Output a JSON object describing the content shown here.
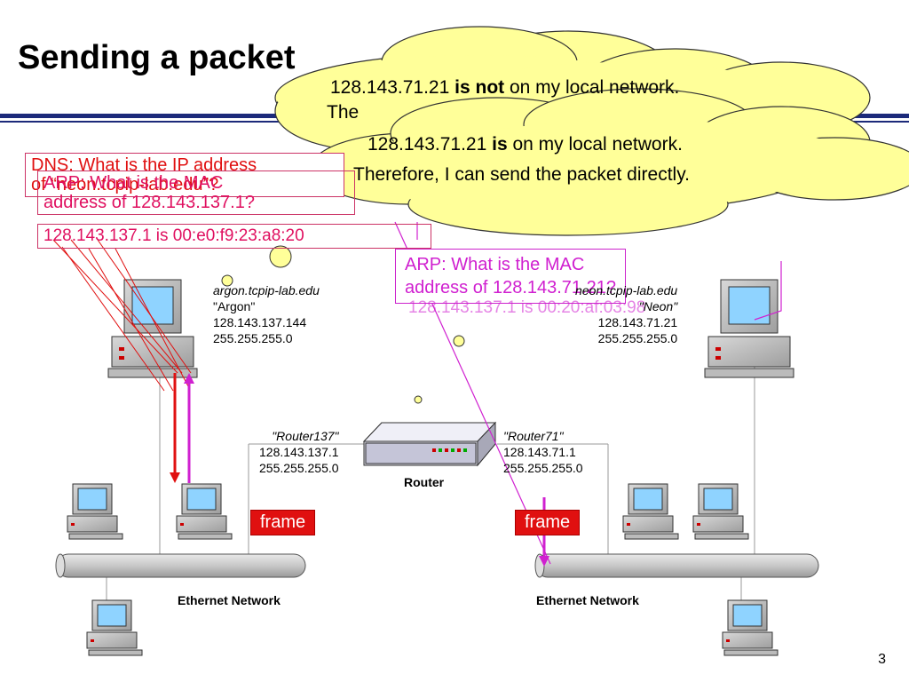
{
  "slide": {
    "title": "Sending a packet",
    "page_number": "3"
  },
  "clouds": {
    "back": {
      "line1_prefix": "128.143.71.21 ",
      "line1_emph": "is not",
      "line1_suffix": " on my local network.",
      "line2": "The"
    },
    "front": {
      "line1_prefix": "128.143.71.21 ",
      "line1_emph": "is",
      "line1_suffix": " on my local network.",
      "line2": "Therefore, I can send the packet directly."
    }
  },
  "messages": {
    "dns_query": "DNS: What is the IP address",
    "dns_query_2": "of “neon.tcpip-lab.edu”?",
    "arp_router_q": "ARP: What is the MAC",
    "arp_router_q2": "address of 128.143.137.1?",
    "arp_router_a": "128.143.137.1 is 00:e0:f9:23:a8:20",
    "arp_neon_q": "ARP: What is the MAC",
    "arp_neon_q2": "address of 128.143.71.21?",
    "arp_neon_a": "128.143.137.1 is 00:20:af:03:98"
  },
  "hosts": {
    "argon": {
      "hostname": "argon.tcpip-lab.edu",
      "alias": "\"Argon\"",
      "ip": "128.143.137.144",
      "mask": "255.255.255.0"
    },
    "neon": {
      "hostname": "neon.tcpip-lab.edu",
      "alias": "\"Neon\"",
      "ip": "128.143.71.21",
      "mask": "255.255.255.0"
    }
  },
  "router": {
    "label": "Router",
    "if137": {
      "name": "\"Router137\"",
      "ip": "128.143.137.1",
      "mask": "255.255.255.0"
    },
    "if71": {
      "name": "\"Router71\"",
      "ip": "128.143.71.1",
      "mask": "255.255.255.0"
    }
  },
  "networks": {
    "left": "Ethernet Network",
    "right": "Ethernet Network"
  },
  "frames": {
    "left": "frame",
    "right": "frame"
  },
  "colors": {
    "title_rule": "#1c2a7a",
    "cloud_fill": "#ffff99",
    "red_arrow": "#e01010",
    "magenta_arrow": "#d020d0"
  }
}
